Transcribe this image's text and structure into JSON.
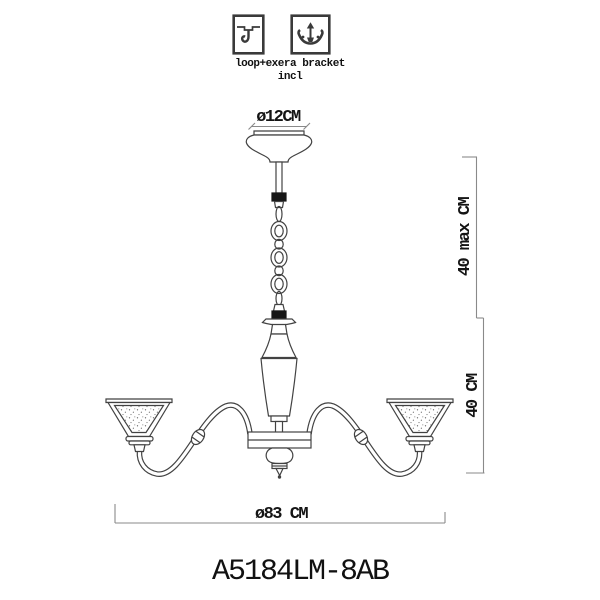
{
  "header": {
    "caption_line1": "loop+exera bracket",
    "caption_line2": "incl",
    "icons": [
      {
        "name": "ceiling-hook-icon",
        "meaning": "loop hook mounting"
      },
      {
        "name": "mounting-bracket-icon",
        "meaning": "extra bracket included"
      }
    ]
  },
  "drawing": {
    "labels": {
      "canopy_diameter": "ø12CM",
      "suspension_max": "40 max CM",
      "fixture_height": "40 CM",
      "fixture_diameter": "ø83 CM"
    }
  },
  "footer": {
    "model": "A5184LM-8AB"
  },
  "colors": {
    "line": "#424242",
    "fill_black": "#161616",
    "dimension_line": "#8a8a8a",
    "text": "#141414",
    "background": "#ffffff"
  }
}
